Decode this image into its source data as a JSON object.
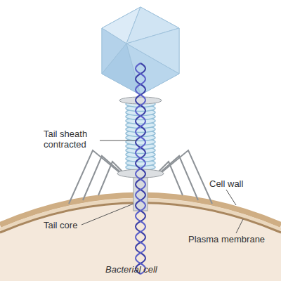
{
  "diagram": {
    "labels": [
      "Tail sheath contracted",
      "Tail core",
      "Cell wall",
      "Plasma membrane",
      "Bacterial cell"
    ]
  }
}
